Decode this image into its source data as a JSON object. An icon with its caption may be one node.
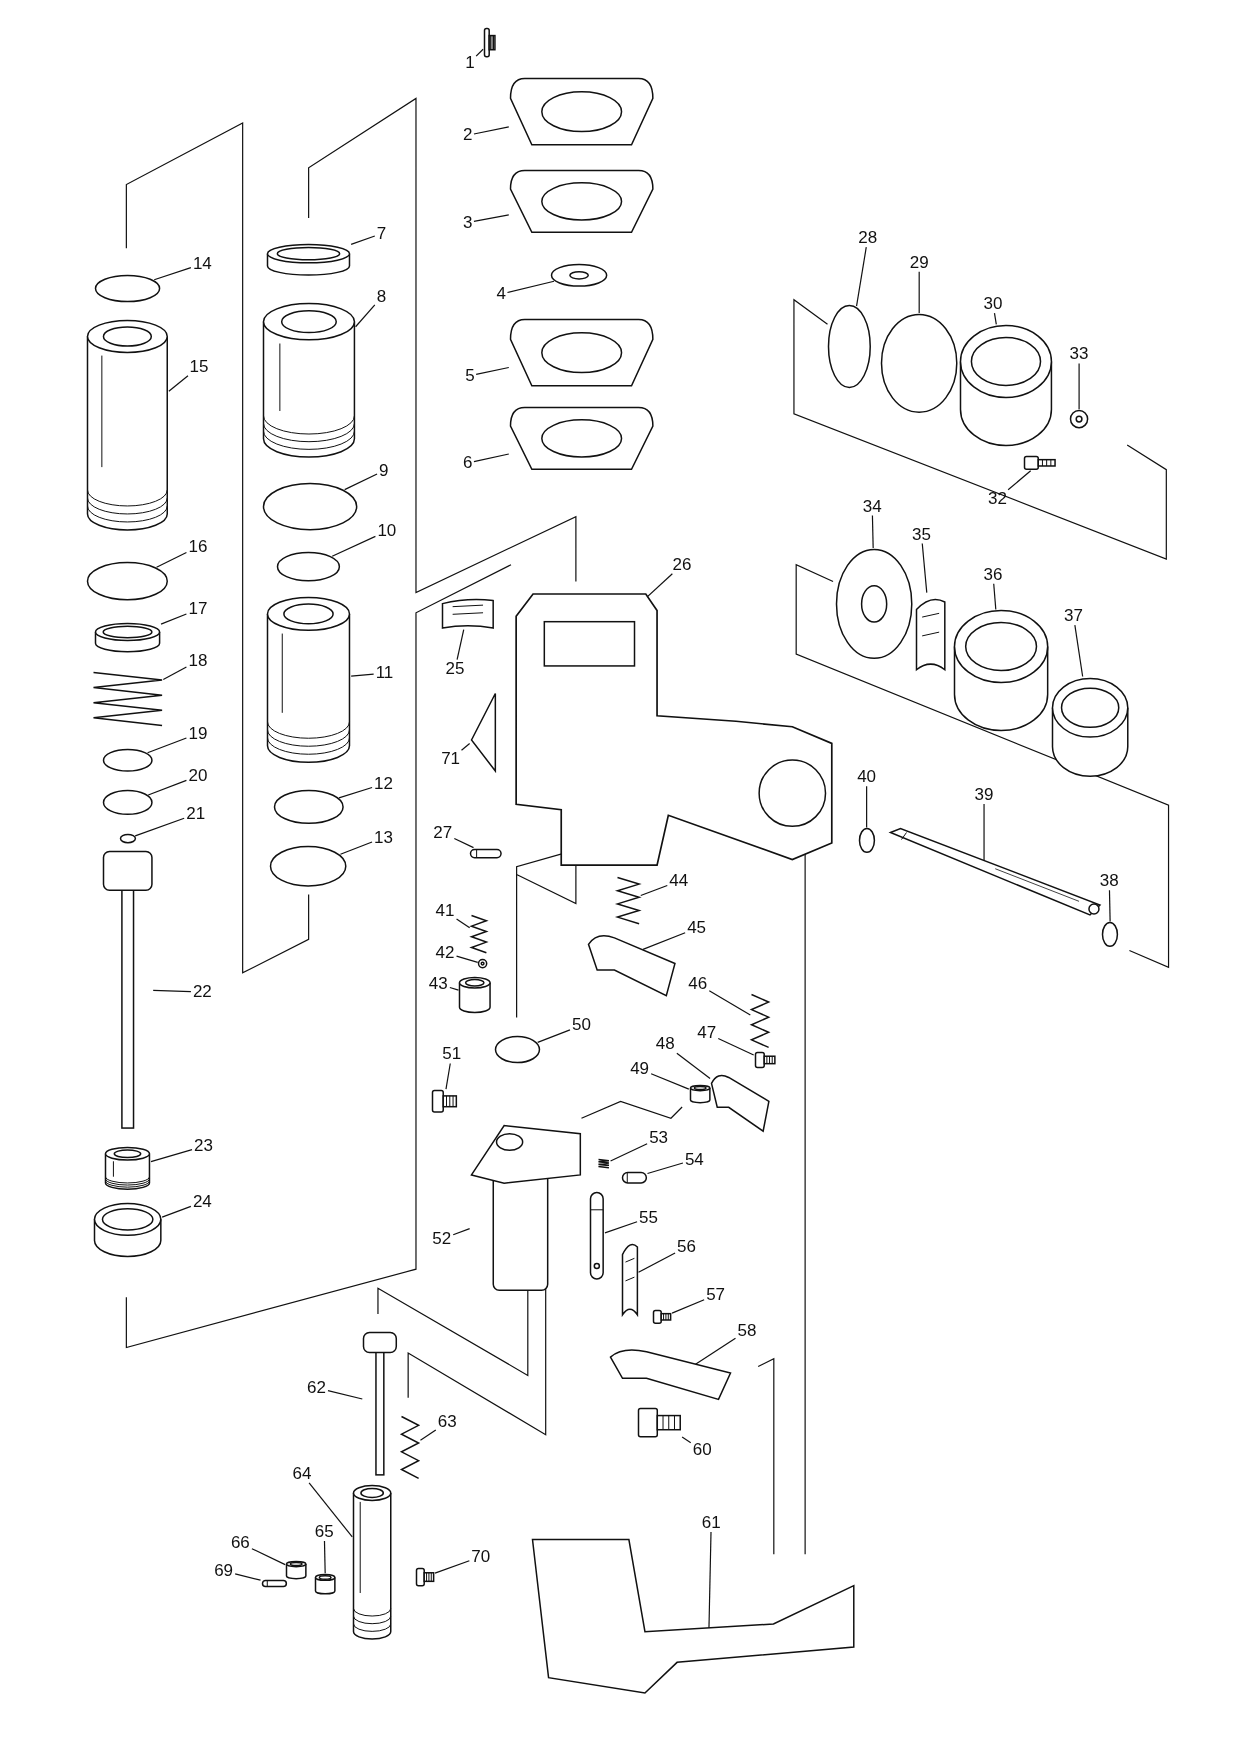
{
  "diagram": {
    "nodes": [
      {
        "text": [
          "1"
        ]
      },
      {
        "text": [],
        "shape": "picture"
      },
      {
        "text": [
          "2"
        ]
      },
      {
        "text": [],
        "shape": "picture"
      },
      {
        "text": [
          "3"
        ]
      },
      {
        "text": [],
        "shape": "picture"
      },
      {
        "text": [
          "4"
        ]
      },
      {
        "text": [],
        "shape": "circle"
      },
      {
        "text": [
          "5"
        ]
      },
      {
        "text": [],
        "shape": "picture"
      },
      {
        "text": [
          "6"
        ]
      },
      {
        "text": [],
        "shape": "picture"
      },
      {
        "text": [
          "7"
        ]
      },
      {
        "text": [],
        "shape": "cylinder"
      },
      {
        "text": [
          "8"
        ]
      },
      {
        "text": [],
        "shape": "cylinder"
      },
      {
        "text": [
          "9"
        ]
      },
      {
        "text": [],
        "shape": "circle"
      },
      {
        "text": [
          "10"
        ]
      },
      {
        "text": [],
        "shape": "circle"
      },
      {
        "text": [
          "11"
        ]
      },
      {
        "text": [],
        "shape": "cylinder"
      },
      {
        "text": [
          "12"
        ]
      },
      {
        "text": [],
        "shape": "circle"
      },
      {
        "text": [
          "13"
        ]
      },
      {
        "text": [],
        "shape": "circle"
      },
      {
        "text": [
          "14"
        ]
      },
      {
        "text": [],
        "shape": "circle"
      },
      {
        "text": [
          "15"
        ]
      },
      {
        "text": [],
        "shape": "cylinder"
      },
      {
        "text": [
          "16"
        ]
      },
      {
        "text": [],
        "shape": "circle"
      },
      {
        "text": [
          "17"
        ]
      },
      {
        "text": [],
        "shape": "cylinder"
      },
      {
        "text": [
          "18"
        ]
      },
      {
        "text": [],
        "shape": "picture"
      },
      {
        "text": [
          "19"
        ]
      },
      {
        "text": [],
        "shape": "circle"
      },
      {
        "text": [
          "20"
        ]
      },
      {
        "text": [],
        "shape": "circle"
      },
      {
        "text": [
          "21"
        ]
      },
      {
        "text": [],
        "shape": "circle"
      },
      {
        "text": [
          "22"
        ]
      },
      {
        "text": [],
        "shape": "picture"
      },
      {
        "text": [
          "23"
        ]
      },
      {
        "text": [],
        "shape": "cylinder"
      },
      {
        "text": [
          "24"
        ]
      },
      {
        "text": [],
        "shape": "cylinder"
      },
      {
        "text": [
          "25"
        ]
      },
      {
        "text": [],
        "shape": "picture"
      },
      {
        "text": [
          "26"
        ]
      },
      {
        "text": [],
        "shape": "picture"
      },
      {
        "text": [
          "27"
        ]
      },
      {
        "text": [],
        "shape": "picture"
      },
      {
        "text": [
          "28"
        ]
      },
      {
        "text": [],
        "shape": "circle"
      },
      {
        "text": [
          "29"
        ]
      },
      {
        "text": [],
        "shape": "circle"
      },
      {
        "text": [
          "30"
        ]
      },
      {
        "text": [],
        "shape": "cylinder"
      },
      {
        "text": [
          "32"
        ]
      },
      {
        "text": [],
        "shape": "picture"
      },
      {
        "text": [
          "33"
        ]
      },
      {
        "text": [],
        "shape": "circle"
      },
      {
        "text": [
          "34"
        ]
      },
      {
        "text": [],
        "shape": "circle"
      },
      {
        "text": [
          "35"
        ]
      },
      {
        "text": [],
        "shape": "picture"
      },
      {
        "text": [
          "36"
        ]
      },
      {
        "text": [],
        "shape": "cylinder"
      },
      {
        "text": [
          "37"
        ]
      },
      {
        "text": [],
        "shape": "cylinder"
      },
      {
        "text": [
          "38"
        ]
      },
      {
        "text": [],
        "shape": "circle"
      },
      {
        "text": [
          "39"
        ]
      },
      {
        "text": [],
        "shape": "picture"
      },
      {
        "text": [
          "40"
        ]
      },
      {
        "text": [],
        "shape": "circle"
      },
      {
        "text": [
          "41"
        ]
      },
      {
        "text": [],
        "shape": "picture"
      },
      {
        "text": [
          "42"
        ]
      },
      {
        "text": [],
        "shape": "circle"
      },
      {
        "text": [
          "43"
        ]
      },
      {
        "text": [],
        "shape": "cylinder"
      },
      {
        "text": [
          "44"
        ]
      },
      {
        "text": [],
        "shape": "picture"
      },
      {
        "text": [
          "45"
        ]
      },
      {
        "text": [],
        "shape": "picture"
      },
      {
        "text": [
          "46"
        ]
      },
      {
        "text": [],
        "shape": "picture"
      },
      {
        "text": [
          "47"
        ]
      },
      {
        "text": [],
        "shape": "picture"
      },
      {
        "text": [
          "48"
        ]
      },
      {
        "text": [],
        "shape": "picture"
      },
      {
        "text": [
          "49"
        ]
      },
      {
        "text": [],
        "shape": "cylinder"
      },
      {
        "text": [
          "50"
        ]
      },
      {
        "text": [],
        "shape": "circle"
      },
      {
        "text": [
          "51"
        ]
      },
      {
        "text": [],
        "shape": "picture"
      },
      {
        "text": [
          "52"
        ]
      },
      {
        "text": [],
        "shape": "picture"
      },
      {
        "text": [
          "53"
        ]
      },
      {
        "text": [],
        "shape": "picture"
      },
      {
        "text": [
          "54"
        ]
      },
      {
        "text": [],
        "shape": "picture"
      },
      {
        "text": [
          "55"
        ]
      },
      {
        "text": [],
        "shape": "picture"
      },
      {
        "text": [
          "56"
        ]
      },
      {
        "text": [],
        "shape": "picture"
      },
      {
        "text": [
          "57"
        ]
      },
      {
        "text": [],
        "shape": "picture"
      },
      {
        "text": [
          "58"
        ]
      },
      {
        "text": [],
        "shape": "picture"
      },
      {
        "text": [
          "60"
        ]
      },
      {
        "text": [],
        "shape": "picture"
      },
      {
        "text": [
          "61"
        ]
      },
      {
        "text": [],
        "shape": "picture"
      },
      {
        "text": [
          "62"
        ]
      },
      {
        "text": [],
        "shape": "picture"
      },
      {
        "text": [
          "63"
        ]
      },
      {
        "text": [],
        "shape": "picture"
      },
      {
        "text": [
          "64"
        ]
      },
      {
        "text": [],
        "shape": "cylinder"
      },
      {
        "text": [
          "65"
        ]
      },
      {
        "text": [],
        "shape": "cylinder"
      },
      {
        "text": [
          "66"
        ]
      },
      {
        "text": [],
        "shape": "cylinder"
      },
      {
        "text": [
          "69"
        ]
      },
      {
        "text": [],
        "shape": "picture"
      },
      {
        "text": [
          "70"
        ]
      },
      {
        "text": [],
        "shape": "picture"
      },
      {
        "text": [
          "71"
        ]
      },
      {
        "text": [],
        "shape": "picture"
      }
    ],
    "edges": [
      {
        "from": 0,
        "to": 1,
        "arrow": "none"
      },
      {
        "from": 2,
        "to": 3,
        "arrow": "none"
      },
      {
        "from": 4,
        "to": 5,
        "arrow": "none"
      },
      {
        "from": 6,
        "to": 7,
        "arrow": "none"
      },
      {
        "from": 8,
        "to": 9,
        "arrow": "none"
      },
      {
        "from": 10,
        "to": 11,
        "arrow": "none"
      },
      {
        "from": 12,
        "to": 13,
        "arrow": "none"
      },
      {
        "from": 14,
        "to": 15,
        "arrow": "none"
      },
      {
        "from": 16,
        "to": 17,
        "arrow": "none"
      },
      {
        "from": 18,
        "to": 19,
        "arrow": "none"
      },
      {
        "from": 20,
        "to": 21,
        "arrow": "none"
      },
      {
        "from": 22,
        "to": 23,
        "arrow": "none"
      },
      {
        "from": 24,
        "to": 25,
        "arrow": "none"
      },
      {
        "from": 26,
        "to": 27,
        "arrow": "none"
      },
      {
        "from": 28,
        "to": 29,
        "arrow": "none"
      },
      {
        "from": 30,
        "to": 31,
        "arrow": "none"
      },
      {
        "from": 32,
        "to": 33,
        "arrow": "none"
      },
      {
        "from": 34,
        "to": 35,
        "arrow": "none"
      },
      {
        "from": 36,
        "to": 37,
        "arrow": "none"
      },
      {
        "from": 38,
        "to": 39,
        "arrow": "none"
      },
      {
        "from": 40,
        "to": 41,
        "arrow": "none"
      },
      {
        "from": 42,
        "to": 43,
        "arrow": "none"
      },
      {
        "from": 44,
        "to": 45,
        "arrow": "none"
      },
      {
        "from": 46,
        "to": 47,
        "arrow": "none"
      },
      {
        "from": 48,
        "to": 49,
        "arrow": "none"
      },
      {
        "from": 50,
        "to": 51,
        "arrow": "none"
      },
      {
        "from": 52,
        "to": 53,
        "arrow": "none"
      },
      {
        "from": 54,
        "to": 55,
        "arrow": "none"
      },
      {
        "from": 56,
        "to": 57,
        "arrow": "none"
      },
      {
        "from": 58,
        "to": 59,
        "arrow": "none"
      },
      {
        "from": 60,
        "to": 61,
        "arrow": "none"
      },
      {
        "from": 62,
        "to": 63,
        "arrow": "none"
      },
      {
        "from": 64,
        "to": 65,
        "arrow": "none"
      },
      {
        "from": 66,
        "to": 67,
        "arrow": "none"
      },
      {
        "from": 68,
        "to": 69,
        "arrow": "none"
      },
      {
        "from": 70,
        "to": 71,
        "arrow": "none"
      },
      {
        "from": 72,
        "to": 73,
        "arrow": "none"
      },
      {
        "from": 74,
        "to": 75,
        "arrow": "none"
      },
      {
        "from": 76,
        "to": 77,
        "arrow": "none"
      },
      {
        "from": 78,
        "to": 79,
        "arrow": "none"
      },
      {
        "from": 80,
        "to": 81,
        "arrow": "none"
      },
      {
        "from": 82,
        "to": 83,
        "arrow": "none"
      },
      {
        "from": 84,
        "to": 85,
        "arrow": "none"
      },
      {
        "from": 86,
        "to": 87,
        "arrow": "none"
      },
      {
        "from": 88,
        "to": 89,
        "arrow": "none"
      },
      {
        "from": 90,
        "to": 91,
        "arrow": "none"
      },
      {
        "from": 92,
        "to": 93,
        "arrow": "none"
      },
      {
        "from": 94,
        "to": 95,
        "arrow": "none"
      },
      {
        "from": 96,
        "to": 97,
        "arrow": "none"
      },
      {
        "from": 98,
        "to": 99,
        "arrow": "none"
      },
      {
        "from": 100,
        "to": 101,
        "arrow": "none"
      },
      {
        "from": 102,
        "to": 103,
        "arrow": "none"
      },
      {
        "from": 104,
        "to": 105,
        "arrow": "none"
      },
      {
        "from": 106,
        "to": 107,
        "arrow": "none"
      },
      {
        "from": 108,
        "to": 109,
        "arrow": "none"
      },
      {
        "from": 110,
        "to": 111,
        "arrow": "none"
      },
      {
        "from": 112,
        "to": 113,
        "arrow": "none"
      },
      {
        "from": 114,
        "to": 115,
        "arrow": "none"
      },
      {
        "from": 116,
        "to": 117,
        "arrow": "none"
      },
      {
        "from": 118,
        "to": 119,
        "arrow": "none"
      },
      {
        "from": 120,
        "to": 121,
        "arrow": "none"
      },
      {
        "from": 122,
        "to": 123,
        "arrow": "none"
      },
      {
        "from": 124,
        "to": 125,
        "arrow": "none"
      },
      {
        "from": 126,
        "to": 127,
        "arrow": "none"
      },
      {
        "from": 128,
        "to": 129,
        "arrow": "none"
      },
      {
        "from": 130,
        "to": 131,
        "arrow": "none"
      },
      {
        "from": 132,
        "to": 133,
        "arrow": "none"
      }
    ]
  }
}
